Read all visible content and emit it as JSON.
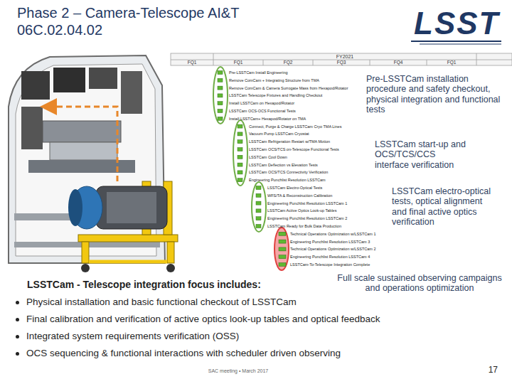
{
  "diagram": {
    "title": "Phase 2 – Camera-Telescope AI&T 06C.02.04.02",
    "labels": [
      "LSST",
      "FY2021",
      "FQ1",
      "FQ1",
      "FQ2",
      "FQ3",
      "FQ4",
      "FQ1",
      "Pre-LSSTCam Install Engineering",
      "Remove ComCam + Integrating Structure from TMA",
      "Remove ComCam & Camera Surrogate Mass from Hexapod/Rotator",
      "LSSTCam Telescope Fixtures and Handling Checkout",
      "Install LSSTCam on Hexapod/Rotator",
      "LSSTCam OCS-OCS Functional Tests",
      "Install LSSTCam+ Hexapod/Rotator on TMA",
      "Connect, Purge & Charge LSSTCam Cryo TMA Lines",
      "Vacuum Pump LSSTCam Cryostat",
      "LSSTCam Refrigeration Restart w/TMA Motion",
      "LSSTCam OCS/TCS on-Telescope Functional Tests",
      "LSSTCam Cool Down",
      "LSSTCam Deflection vs Elevation Tests",
      "LSSTCam OCS/TCS Connectivity Verification",
      "Engineering Punchlist Resolution LSSTCam",
      "LSSTCam Electro-Optical Tests",
      "WFS/TA & Reconstruction Calibration",
      "Engineering Punchlist Resolution LSSTCam 1",
      "LSSTCam Active Optics Look-up Tables",
      "Engineering Punchlist Resolution LSSTCam 2",
      "LSSTCam Ready for Bulk Data Production",
      "Technical Operations Optimization w/LSSTCam 1",
      "Engineering Punchlist Resolution LSSTCam 3",
      "Technical Operations Optimization w/LSSTCam 2",
      "Engineering Punchlist Resolution LSSTCam 4",
      "LSSTCam-To-Telescope Integration Complete",
      "Pre-LSSTCam installation procedure and safety checkout, physical integration and functional tests",
      "LSSTCam start-up and OCS/TCS/CCS interface verification",
      "LSSTCam electro-optical tests, optical alignment and final active optics verification",
      "Full scale sustained observing campaigns and operations optimization",
      "LSSTCam - Telescope integration focus includes:",
      "Physical installation and basic functional checkout of LSSTCam",
      "Final calibration and verification of active optics look-up tables and optical feedback",
      "Integrated system requirements verification (OSS)",
      "OCS sequencing & functional interactions with scheduler driven observing",
      "SAC meeting • March 2017",
      "17"
    ]
  }
}
